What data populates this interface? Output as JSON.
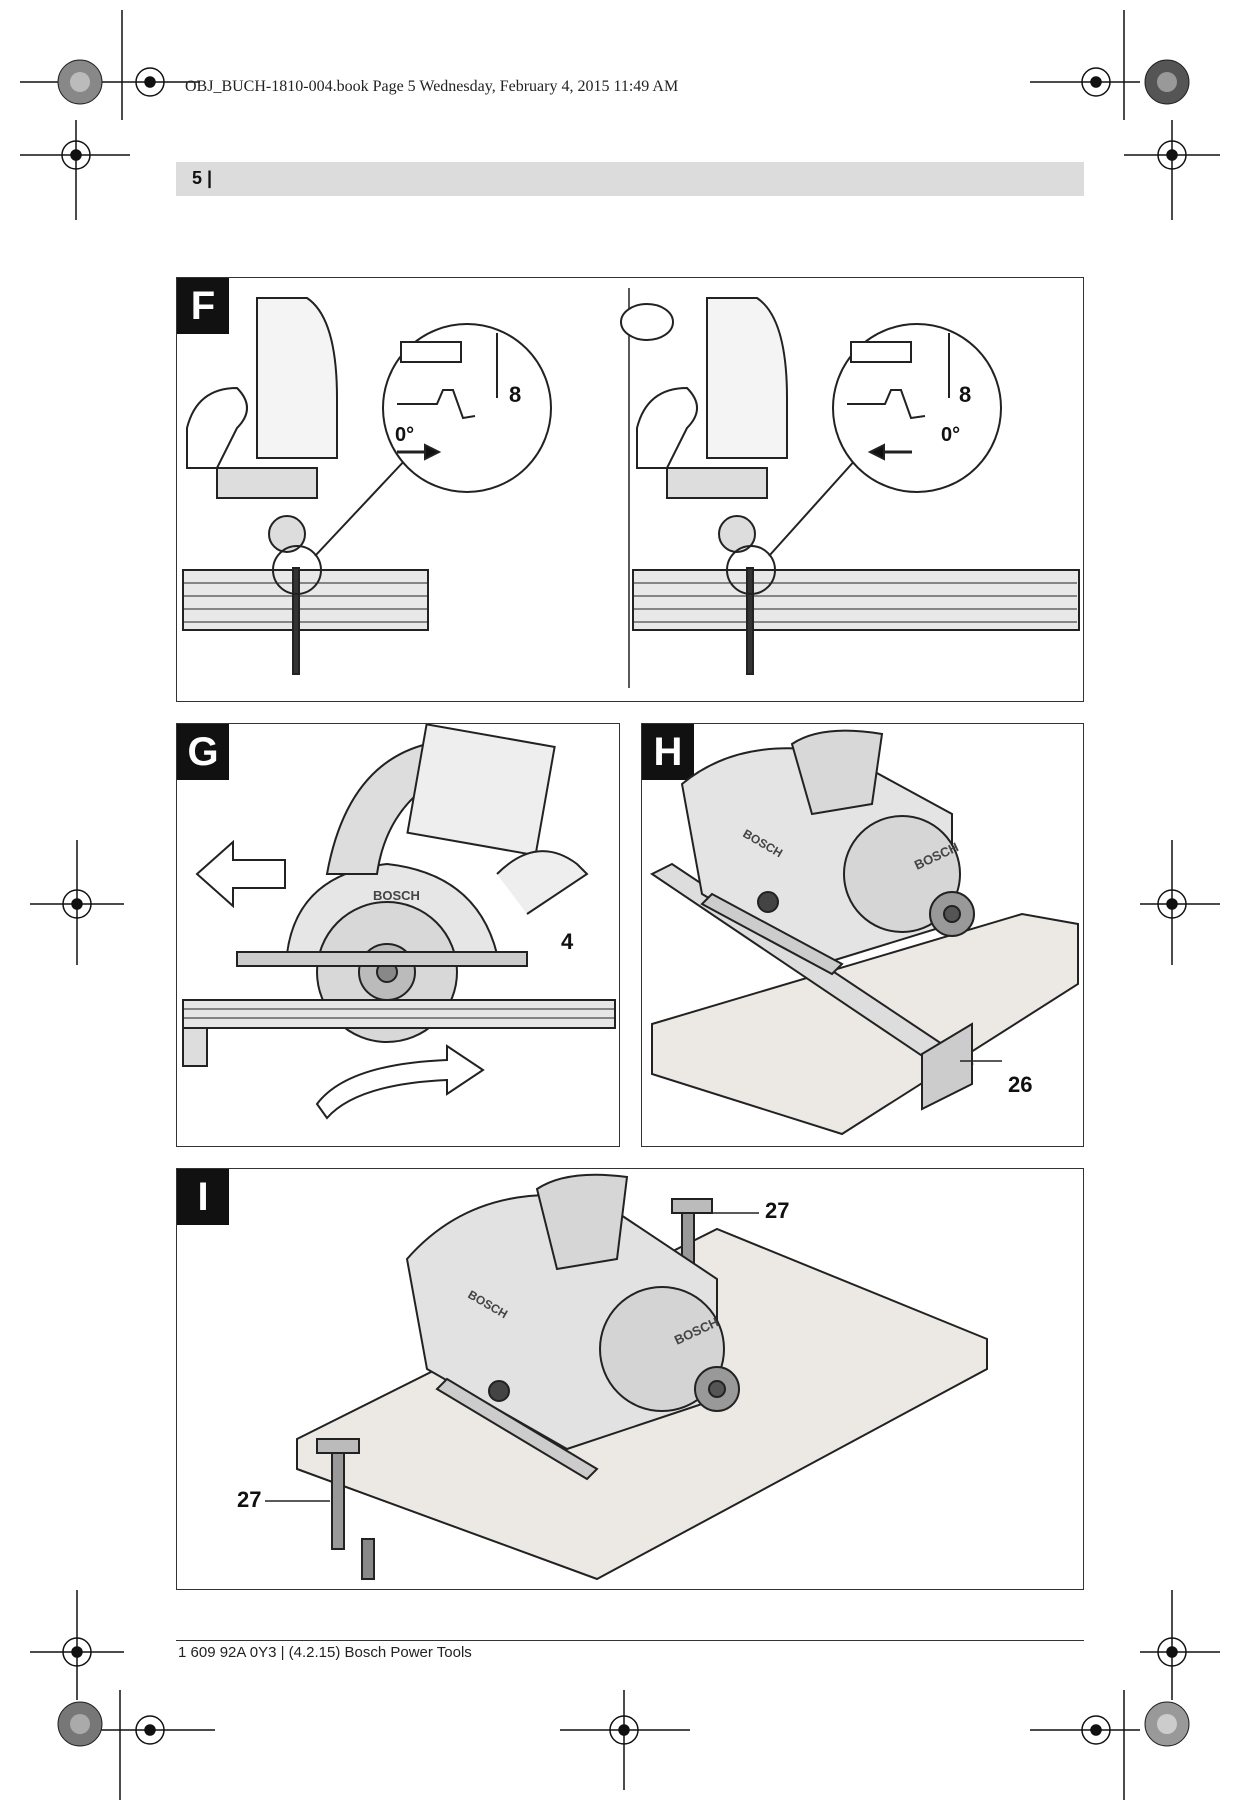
{
  "print_header": "OBJ_BUCH-1810-004.book  Page 5  Wednesday, February 4, 2015  11:49 AM",
  "page_number": "5 |",
  "panels": {
    "F": {
      "letter": "F",
      "callout_left_number": "8",
      "callout_left_angle": "0°",
      "callout_right_number": "8",
      "callout_right_angle": "0°"
    },
    "G": {
      "letter": "G",
      "callout": "4"
    },
    "H": {
      "letter": "H",
      "callout": "26"
    },
    "I": {
      "letter": "I",
      "callout_top": "27",
      "callout_left": "27"
    }
  },
  "footer": "1 609 92A 0Y3 | (4.2.15) Bosch Power Tools",
  "brand_mark": "BOSCH"
}
